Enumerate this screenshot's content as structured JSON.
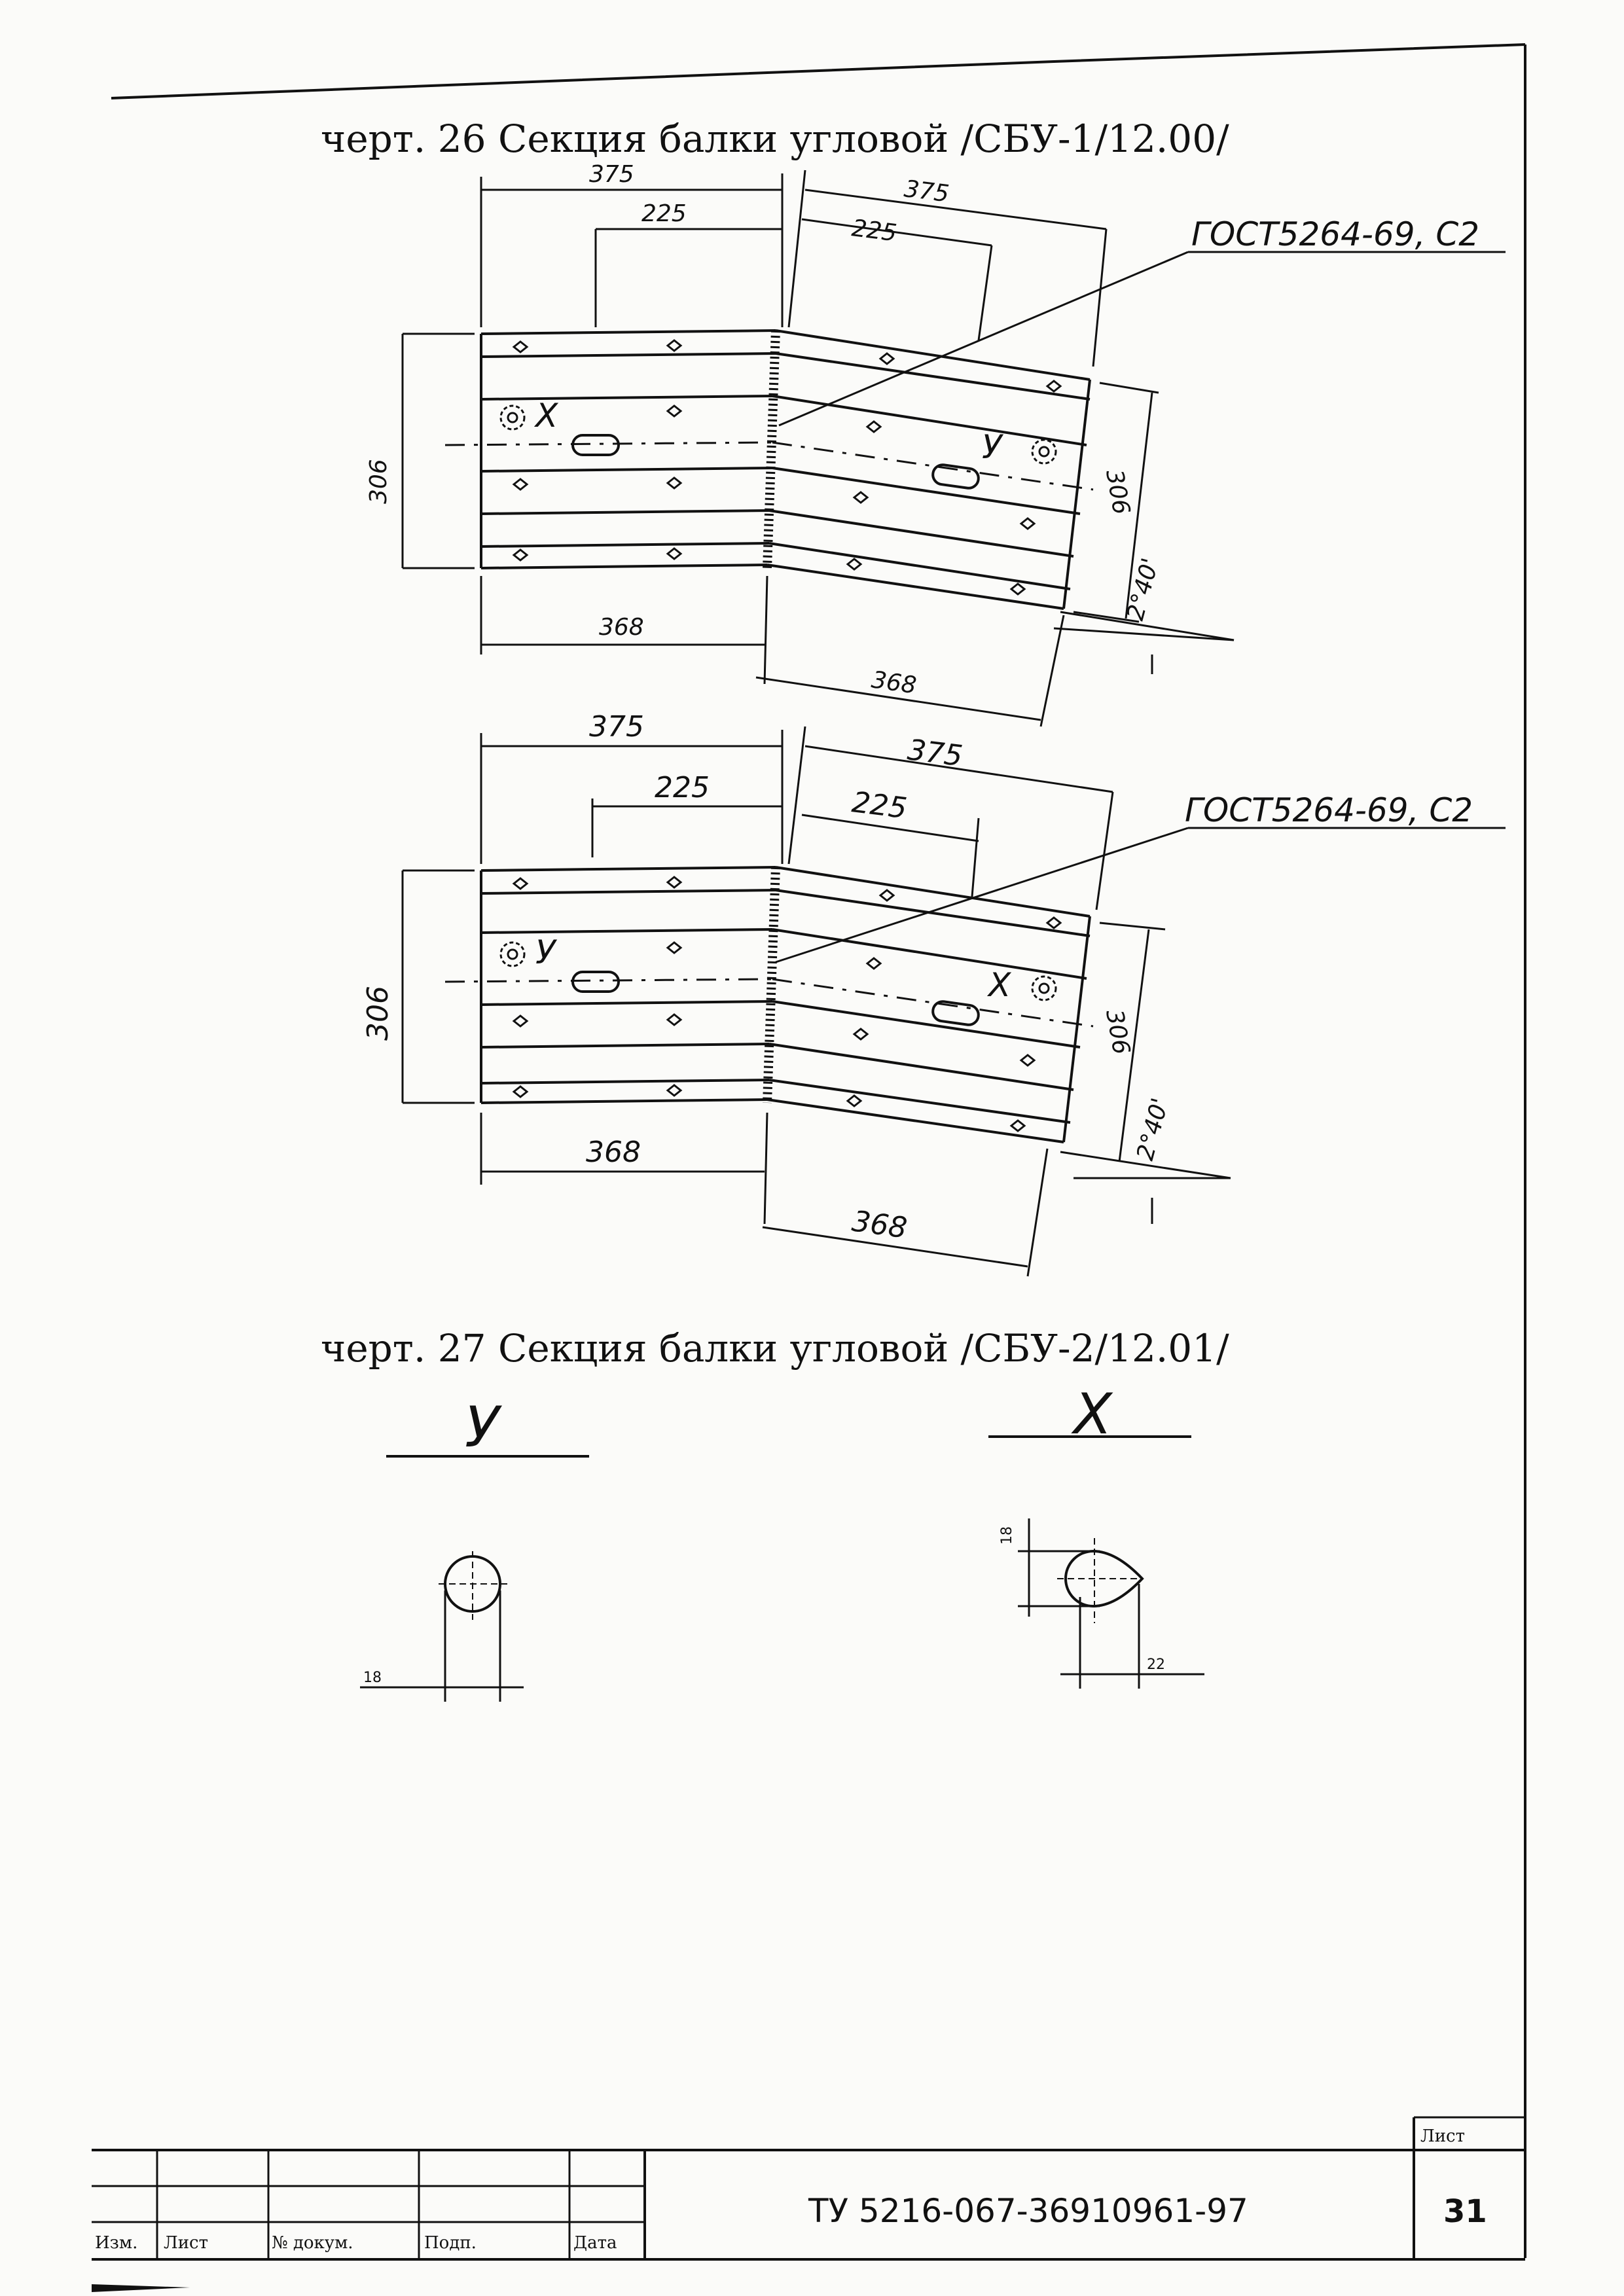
{
  "figure_26": {
    "caption": "черт. 26  Секция балки угловой /СБУ-1/12.00/",
    "dims": {
      "top_left_overall": "375",
      "top_left_inner": "225",
      "top_right_overall": "375",
      "top_right_inner": "225",
      "height_left": "306",
      "height_right": "306",
      "bottom_left": "368",
      "bottom_right": "368",
      "angle": "2°40'"
    },
    "weld_callout": "ГОСТ5264-69, С2",
    "view_left": "X",
    "view_right": "У"
  },
  "figure_27": {
    "caption": "черт. 27 Секция балки угловой /СБУ-2/12.01/",
    "dims": {
      "top_left_overall": "375",
      "top_left_inner": "225",
      "top_right_overall": "375",
      "top_right_inner": "225",
      "height_left": "306",
      "height_right": "306",
      "bottom_left": "368",
      "bottom_right": "368",
      "angle": "2°40'"
    },
    "weld_callout": "ГОСТ5264-69, С2",
    "view_left": "У",
    "view_right": "X"
  },
  "detail_y": {
    "title": "У",
    "dim": "18"
  },
  "detail_x": {
    "title": "X",
    "dim_vertical": "18",
    "dim_horizontal": "22"
  },
  "title_block": {
    "col_izm": "Изм.",
    "col_list": "Лист",
    "col_doc": "№ докум.",
    "col_sign": "Подп.",
    "col_date": "Дата",
    "doc_number": "ТУ 5216-067-36910961-97",
    "sheet_label": "Лист",
    "sheet_number": "31"
  }
}
